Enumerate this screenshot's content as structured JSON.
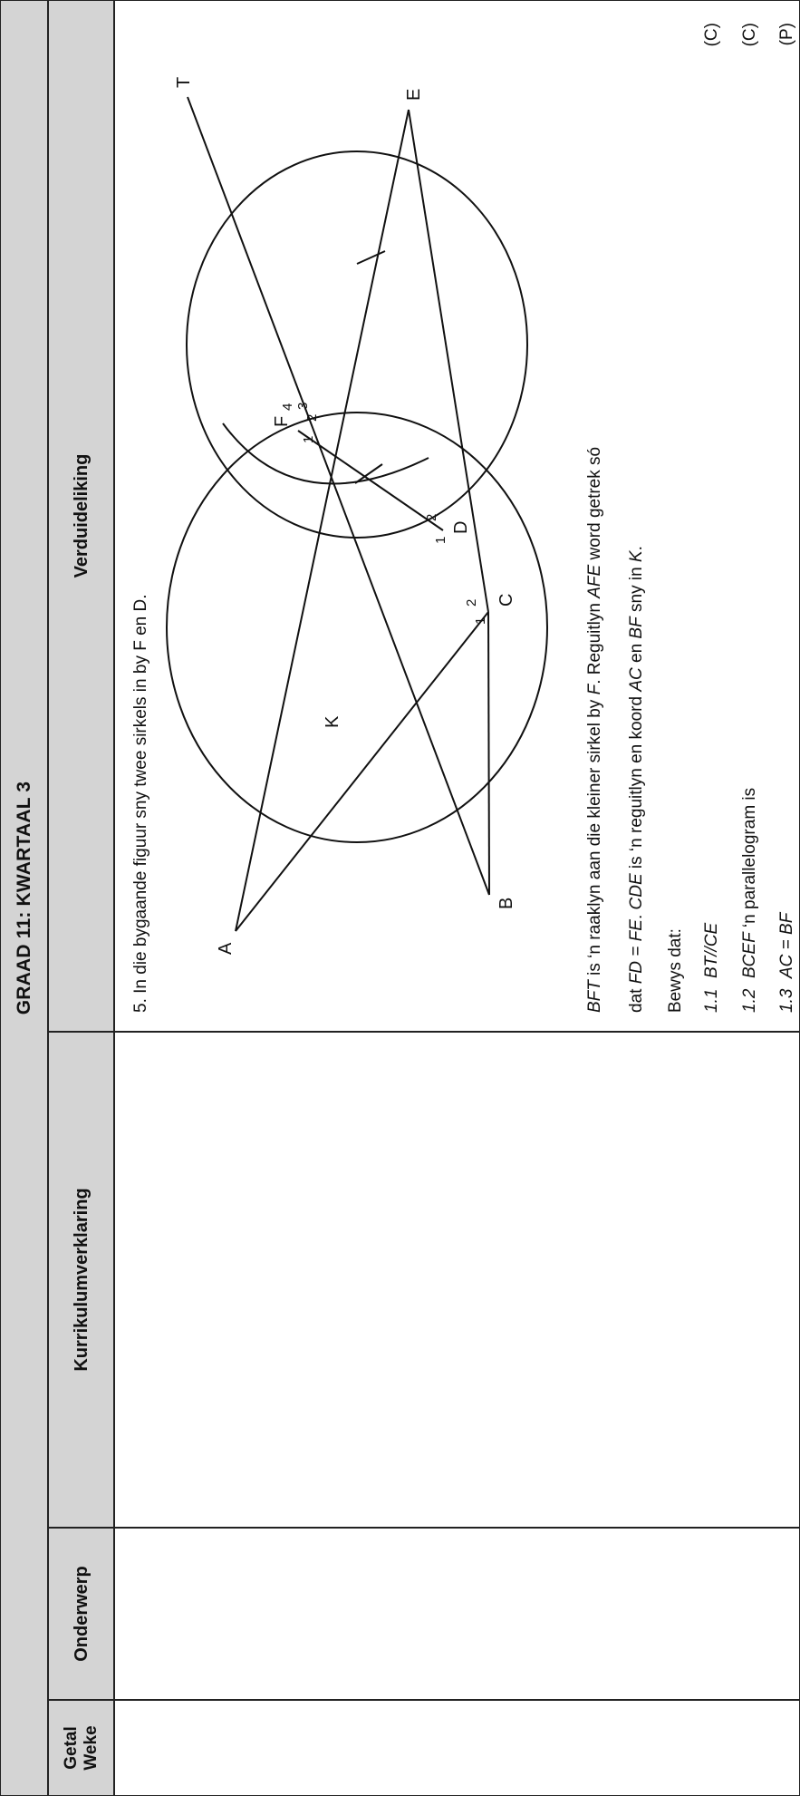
{
  "header": {
    "title": "GRAAD 11: KWARTAAL 3"
  },
  "columns": {
    "weke_line1": "Getal",
    "weke_line2": "Weke",
    "onderwerp": "Onderwerp",
    "kurrikulum": "Kurrikulumverklaring",
    "verduideliking": "Verduideliking"
  },
  "question": {
    "intro": "5. In die bygaande figuur sny twee sirkels in by F en D.",
    "figure_labels": {
      "A": "A",
      "B": "B",
      "C": "C",
      "D": "D",
      "E": "E",
      "F": "F",
      "K": "K",
      "T": "T",
      "f1": "1",
      "f2": "2",
      "f3": "3",
      "f4": "4",
      "d1": "1",
      "d2": "2",
      "c1": "1",
      "c2": "2"
    },
    "p1_a": "BFT",
    "p1_b": " is ‘n raaklyn aan die kleiner sirkel by ",
    "p1_c": "F",
    "p1_d": ". Reguitlyn ",
    "p1_e": "AFE",
    "p1_f": " word getrek só",
    "p2_a": "dat ",
    "p2_b": "FD = FE",
    "p2_c": ". ",
    "p2_d": "CDE",
    "p2_e": " is ‘n reguitlyn en koord ",
    "p2_f": "AC",
    "p2_g": " en ",
    "p2_h": "BF",
    "p2_i": " sny in ",
    "p2_j": "K",
    "p2_k": ".",
    "p3": "Bewys dat:",
    "items": [
      {
        "num": "1.1",
        "stmt": "BT//CE",
        "rest": "",
        "mark": "(C)"
      },
      {
        "num": "1.2",
        "stmt": "BCEF",
        "rest": " ‘n parallelogram is",
        "mark": "(C)"
      },
      {
        "num": "1.3",
        "stmt": "AC = BF",
        "rest": "",
        "mark": "(P)"
      }
    ]
  }
}
